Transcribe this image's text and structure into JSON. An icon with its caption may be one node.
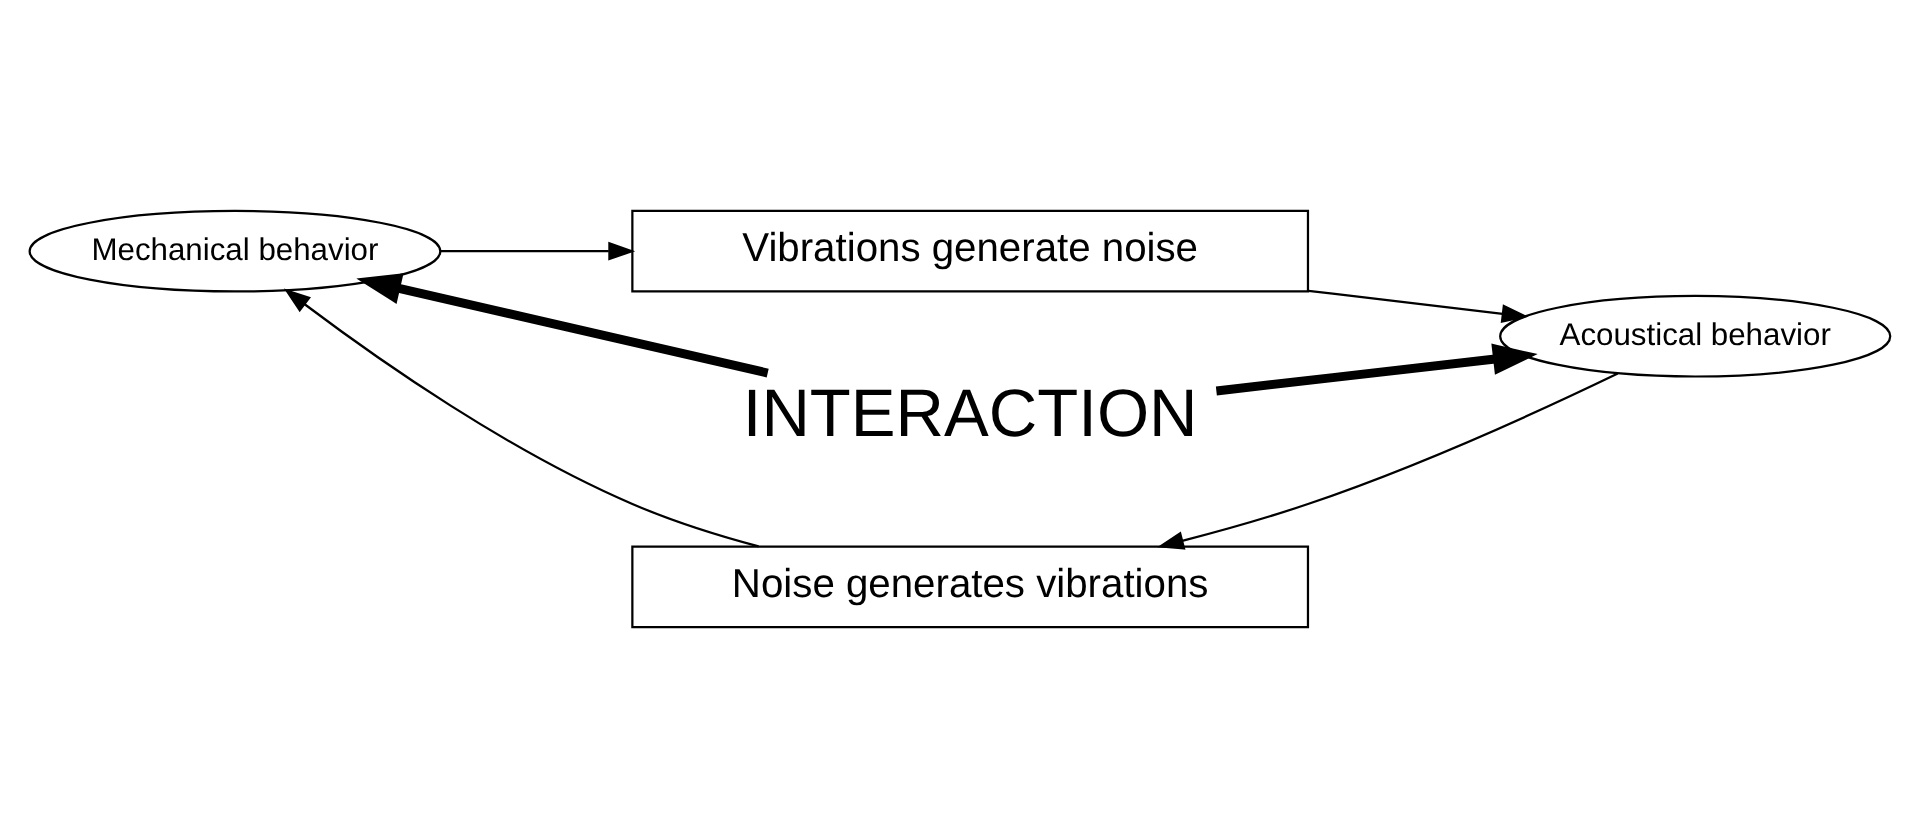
{
  "diagram": {
    "nodes": [
      {
        "text": [
          "Vibrations generate noise"
        ]
      },
      {
        "text": [
          "Mechanical behavior"
        ]
      },
      {
        "text": [
          "INTERACTION"
        ]
      },
      {
        "text": [
          "Acoustical behavior"
        ]
      },
      {
        "text": [
          "Noise generates vibrations"
        ]
      }
    ],
    "edges": [
      {
        "from": 1,
        "to": 0,
        "arrow": "to"
      },
      {
        "from": 0,
        "to": 3,
        "arrow": "to"
      },
      {
        "from": 3,
        "to": 4,
        "arrow": "to"
      },
      {
        "from": 4,
        "to": 1,
        "arrow": "to"
      },
      {
        "from": 2,
        "to": 1,
        "arrow": "to",
        "style": "thick"
      },
      {
        "from": 2,
        "to": 3,
        "arrow": "to",
        "style": "thick"
      }
    ]
  }
}
